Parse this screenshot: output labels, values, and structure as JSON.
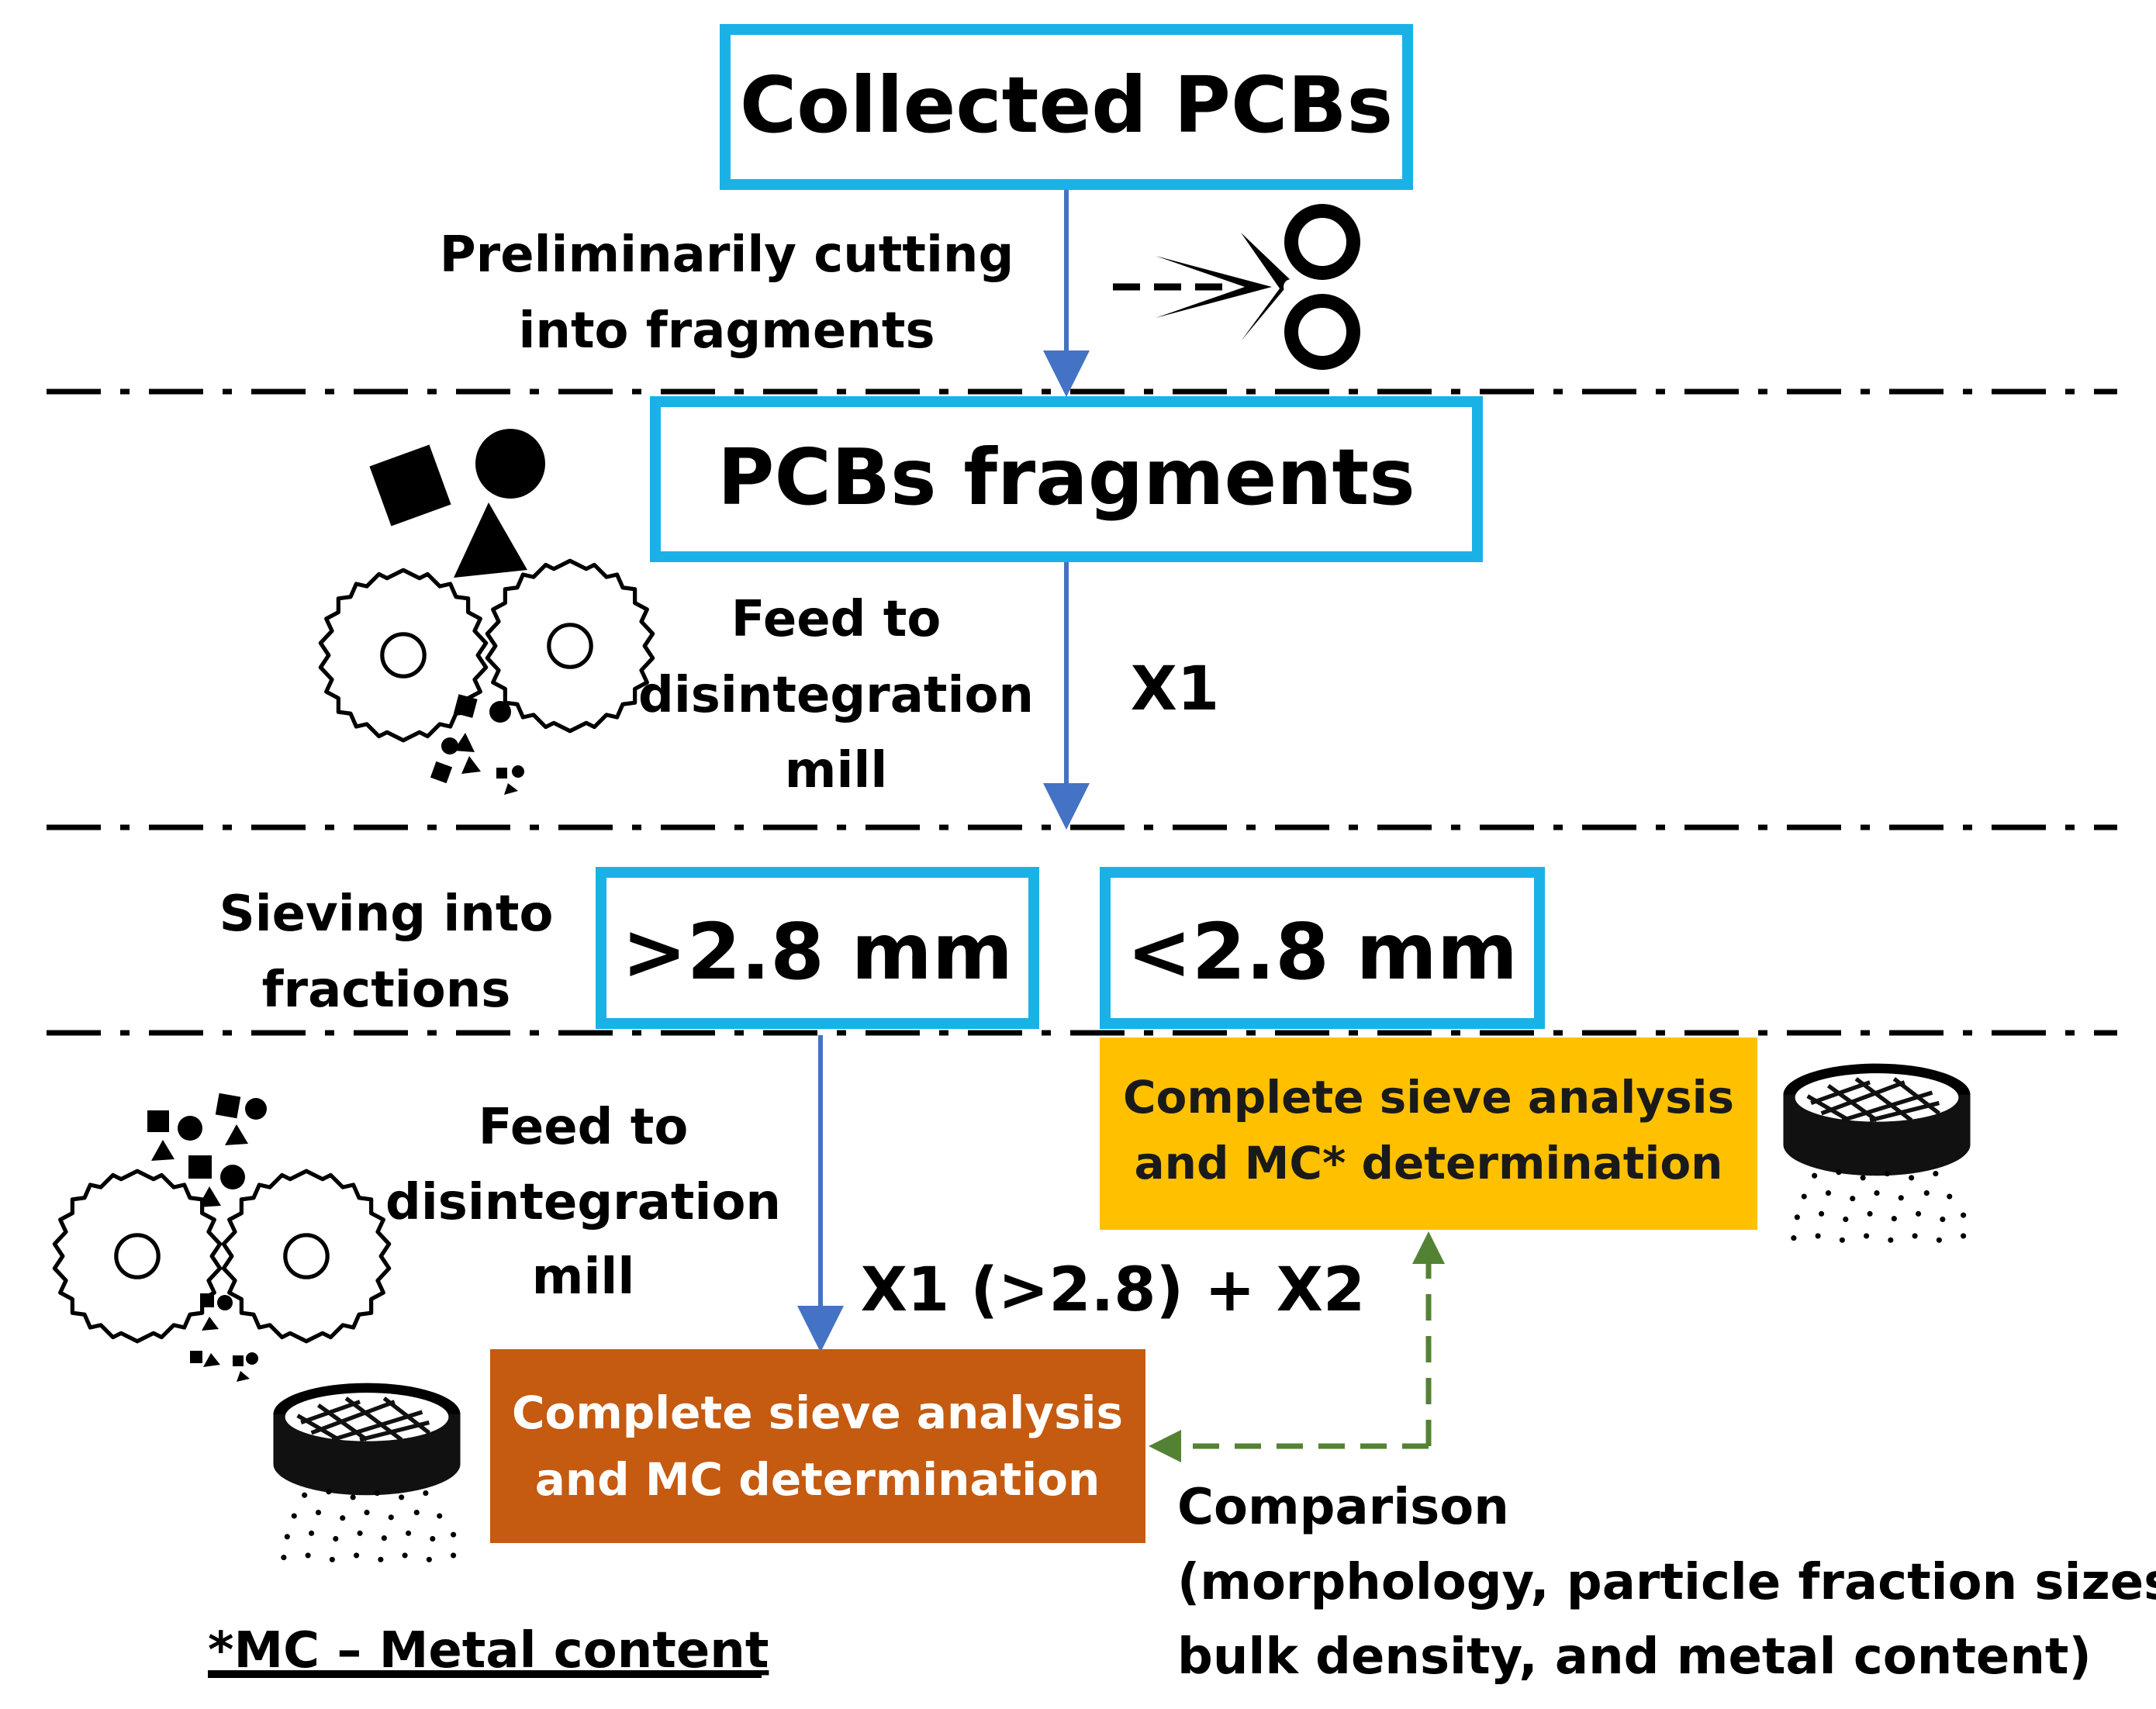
{
  "boxes": {
    "collected": "Collected PCBs",
    "fragments": "PCBs fragments",
    "fraction_large": ">2.8 mm",
    "fraction_small": "<2.8 mm"
  },
  "steps": {
    "cutting": [
      "Preliminarily cutting",
      "into fragments"
    ],
    "feed1": [
      "Feed to",
      "disintegration",
      "mill"
    ],
    "x1": "X1",
    "sieving": [
      "Sieving into",
      "fractions"
    ],
    "feed2": [
      "Feed to",
      "disintegration",
      "mill"
    ],
    "x1x2": "X1 (>2.8) + X2"
  },
  "analysis": {
    "orange_box": [
      "Complete sieve analysis",
      "and MC determination"
    ],
    "yellow_box": [
      "Complete sieve analysis",
      "and MC* determination"
    ]
  },
  "comparison": [
    "Comparison",
    "(morphology, particle fraction sizes,",
    "bulk density, and metal content)"
  ],
  "footnote": "*MC – Metal content",
  "colors": {
    "box_border": "#1ab2e6",
    "arrow_blue": "#4472c4",
    "arrow_green": "#548235",
    "orange_fill": "#c55a11",
    "yellow_fill": "#ffc000"
  }
}
